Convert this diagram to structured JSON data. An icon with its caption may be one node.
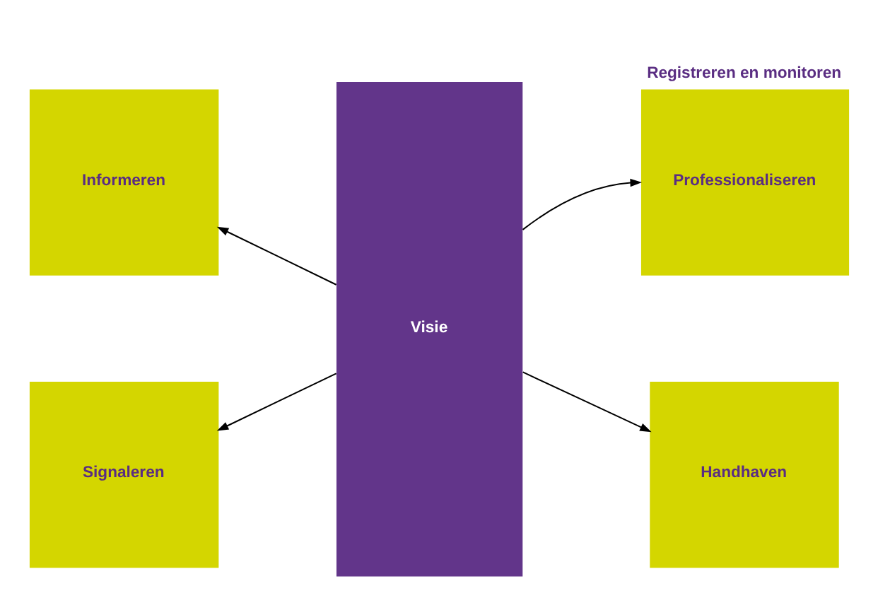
{
  "diagram": {
    "nodes": [
      {
        "text": [
          "Informeren"
        ]
      },
      {
        "text": [
          "Visie"
        ]
      },
      {
        "text": [
          "Professionaliseren"
        ],
        "beside": [
          "Registreren en monitoren"
        ]
      },
      {
        "text": [
          "Signaleren"
        ]
      },
      {
        "text": [
          "Handhaven"
        ]
      }
    ],
    "edges": [
      {
        "from": 1,
        "to": 0,
        "arrow": "to"
      },
      {
        "from": 1,
        "to": 2,
        "arrow": "to"
      },
      {
        "from": 1,
        "to": 3,
        "arrow": "to"
      },
      {
        "from": 1,
        "to": 4,
        "arrow": "to"
      }
    ]
  }
}
